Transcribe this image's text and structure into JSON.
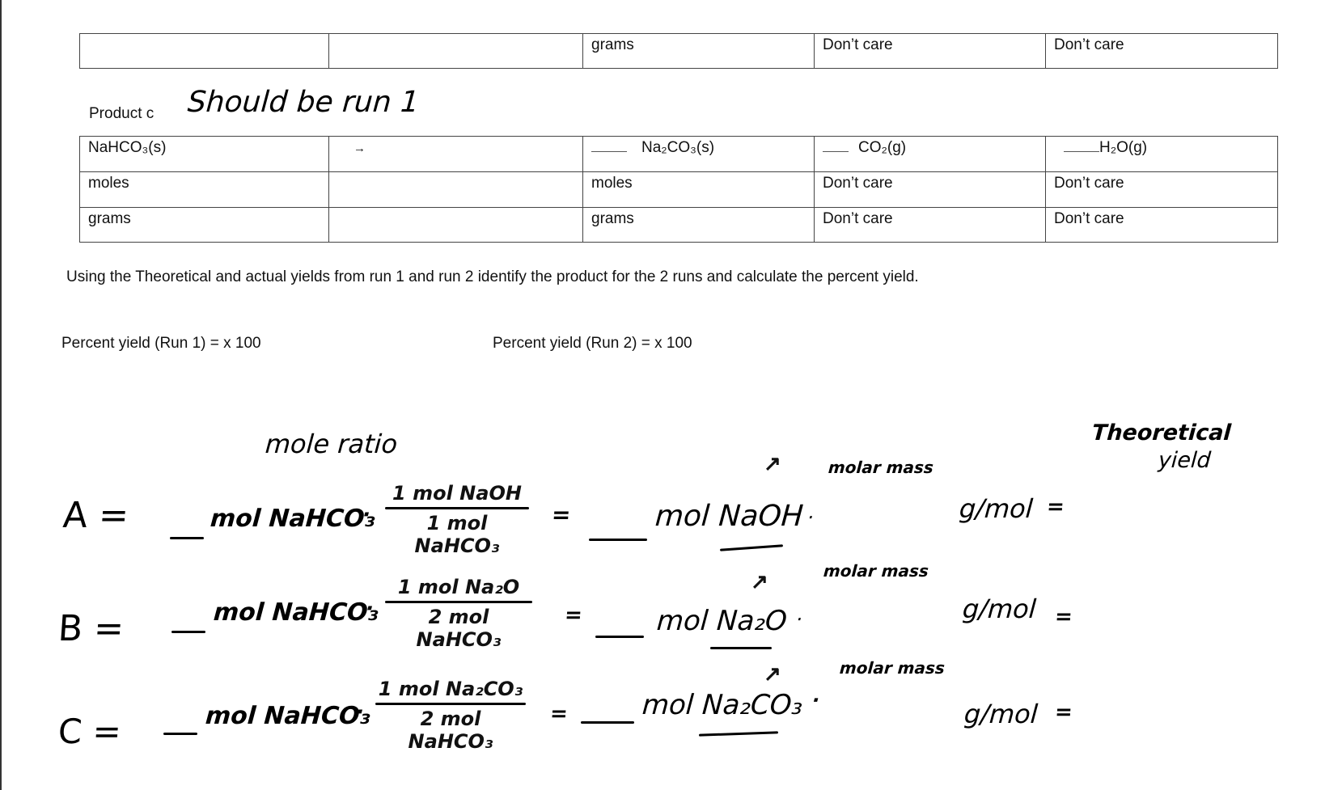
{
  "top_table": {
    "rows": [
      [
        "",
        "",
        "grams",
        "Don’t care",
        "Don’t care"
      ]
    ]
  },
  "product_c": {
    "label": "Product c",
    "handwritten_note": "Should be run 1"
  },
  "product_c_table": {
    "header": {
      "reactant": "NaHCO₃(s)",
      "arrow": "→",
      "product1": "Na₂CO₃(s)",
      "product2": "CO₂(g)",
      "product3": "H₂O(g)"
    },
    "rows": [
      [
        "moles",
        "",
        "moles",
        "Don’t care",
        "Don’t care"
      ],
      [
        "grams",
        "",
        "grams",
        "Don’t care",
        "Don’t care"
      ]
    ]
  },
  "instructions": "Using the Theoretical and actual yields from run 1 and run 2 identify the product for the 2 runs and calculate the percent yield.",
  "percent_yield": {
    "run1": "Percent yield (Run 1) =  x 100",
    "run2": "Percent yield (Run 2) =  x 100"
  },
  "handwriting": {
    "mole_ratio_label": "mole ratio",
    "theoretical_label_1": "Theoretical",
    "theoretical_label_2": "yield",
    "equations": [
      {
        "label": "A =",
        "start": "mol NaHCO₃",
        "numerator": "1 mol NaOH",
        "denominator": "1 mol NaHCO₃",
        "equals": "=",
        "result": "mol NaOH",
        "molar_mass_note": "molar mass",
        "unit": "g/mol",
        "final_equals": "="
      },
      {
        "label": "B =",
        "start": "mol NaHCO₃",
        "numerator": "1 mol Na₂O",
        "denominator": "2 mol NaHCO₃",
        "equals": "=",
        "result": "mol Na₂O",
        "molar_mass_note": "molar mass",
        "unit": "g/mol",
        "final_equals": "="
      },
      {
        "label": "C =",
        "start": "mol NaHCO₃",
        "numerator": "1 mol Na₂CO₃",
        "denominator": "2 mol NaHCO₃",
        "equals": "=",
        "result": "mol Na₂CO₃",
        "molar_mass_note": "molar mass",
        "unit": "g/mol",
        "final_equals": "="
      }
    ]
  }
}
